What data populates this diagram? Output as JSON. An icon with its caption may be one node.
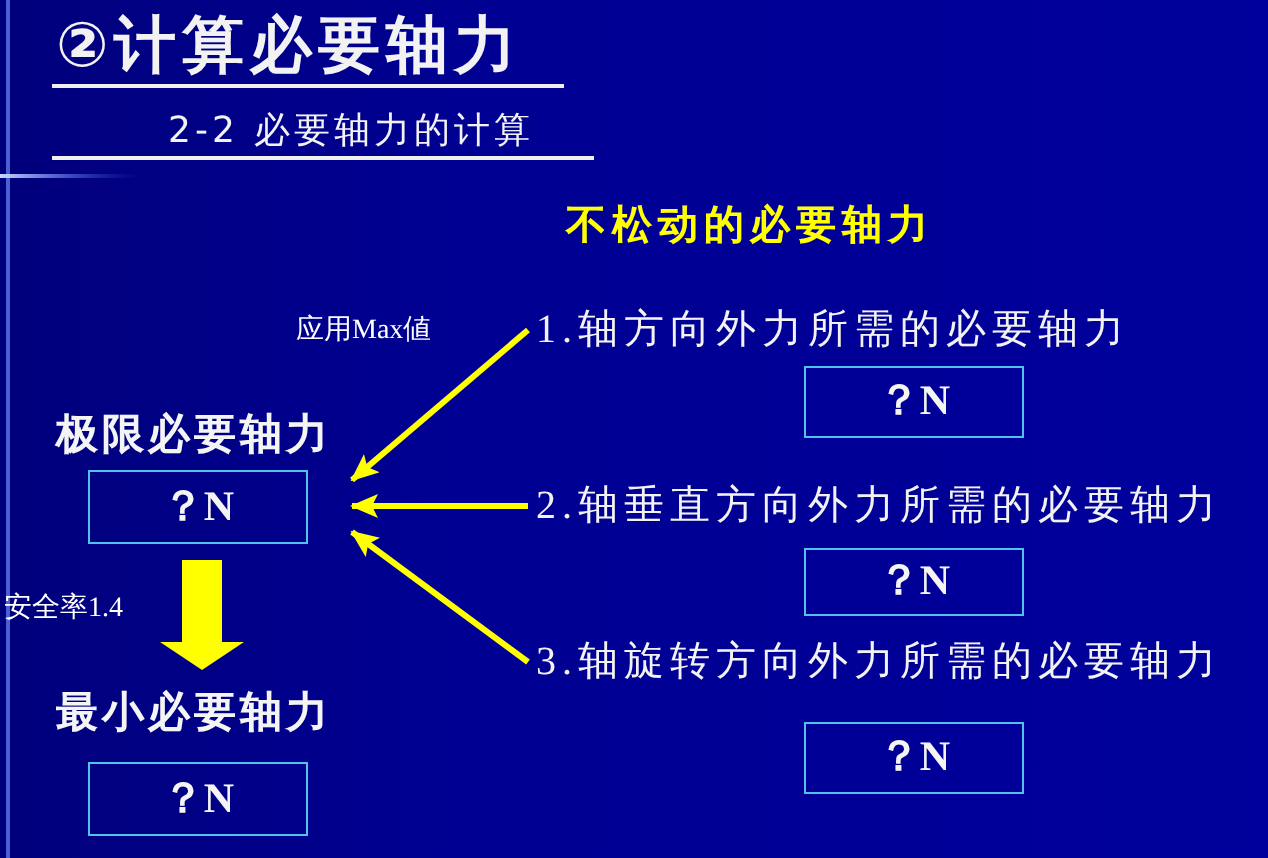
{
  "diagram": {
    "title": "②计算必要轴力",
    "nodes": [
      {
        "text": [
          "极限必要轴力",
          "？N"
        ]
      },
      {
        "text": [
          "最小必要轴力",
          "？N"
        ]
      },
      {
        "text": [
          "1.轴方向外力所需的必要轴力"
        ]
      },
      {
        "text": [
          "？N"
        ]
      },
      {
        "text": [
          "2.轴垂直方向外力所需的必要轴力"
        ]
      },
      {
        "text": [
          "？N"
        ]
      },
      {
        "text": [
          "3.轴旋转方向外力所需的必要轴力"
        ]
      },
      {
        "text": [
          "？N"
        ]
      }
    ],
    "edges": [
      {
        "from": 2,
        "to": 0,
        "arrow": "to"
      },
      {
        "from": 4,
        "to": 0,
        "arrow": "to"
      },
      {
        "from": 6,
        "to": 0,
        "arrow": "to"
      },
      {
        "from": 0,
        "to": 1,
        "arrow": "to",
        "label": "安全率1.4",
        "style": "thick"
      }
    ],
    "labels": [
      "2-2 必要轴力的计算",
      "不松动的必要轴力",
      "应用Max値"
    ]
  }
}
